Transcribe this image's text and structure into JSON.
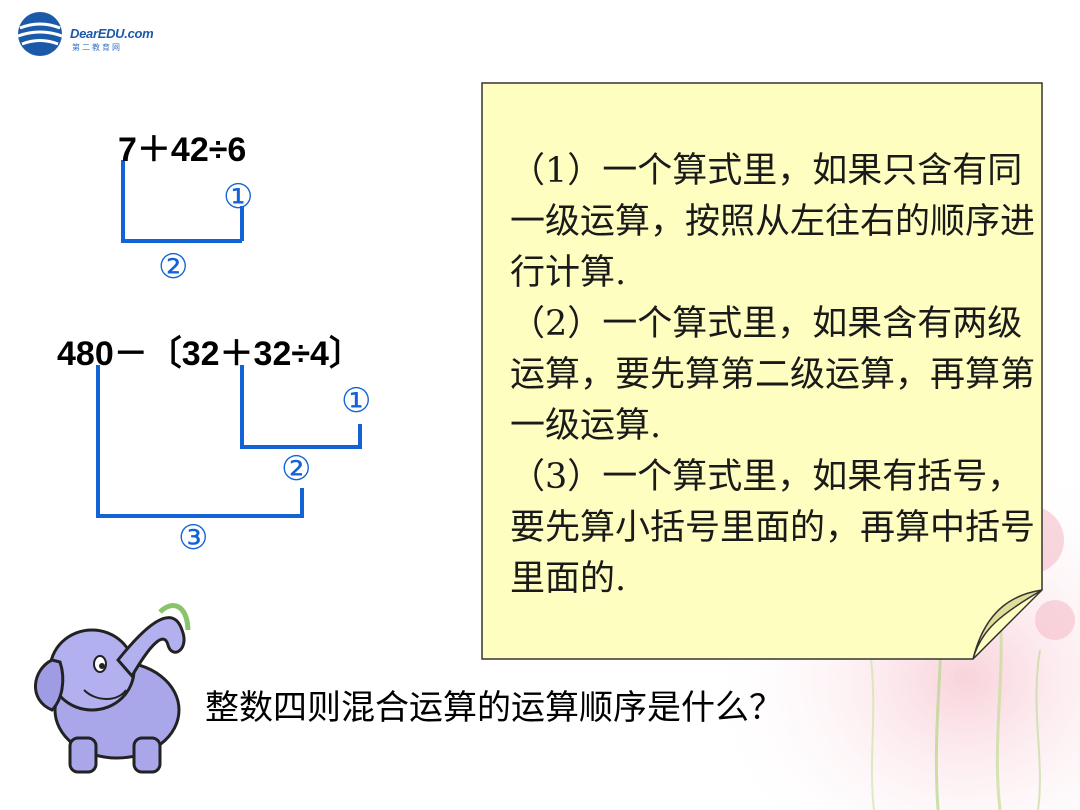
{
  "logo": {
    "brand": "DearEDU.com",
    "sub": "第二教育网"
  },
  "expr1": {
    "text": "7＋42÷6",
    "steps": [
      "①",
      "②"
    ]
  },
  "expr2": {
    "text": "480－〔32＋32÷4〕",
    "steps": [
      "①",
      "②",
      "③"
    ]
  },
  "rules": [
    "（1）一个算式里，如果只含有同一级运算，按照从左往右的顺序进行计算.",
    "（2）一个算式里，如果含有两级运算，要先算第二级运算，再算第一级运算.",
    "（3）一个算式里，如果有括号，要先算小括号里面的，再算中括号里面的."
  ],
  "question": "整数四则混合运算的运算顺序是什么？",
  "colors": {
    "bracket": "#1463d6",
    "note_bg": "#fefec0",
    "note_border": "#333333",
    "number": "#1463d6"
  }
}
